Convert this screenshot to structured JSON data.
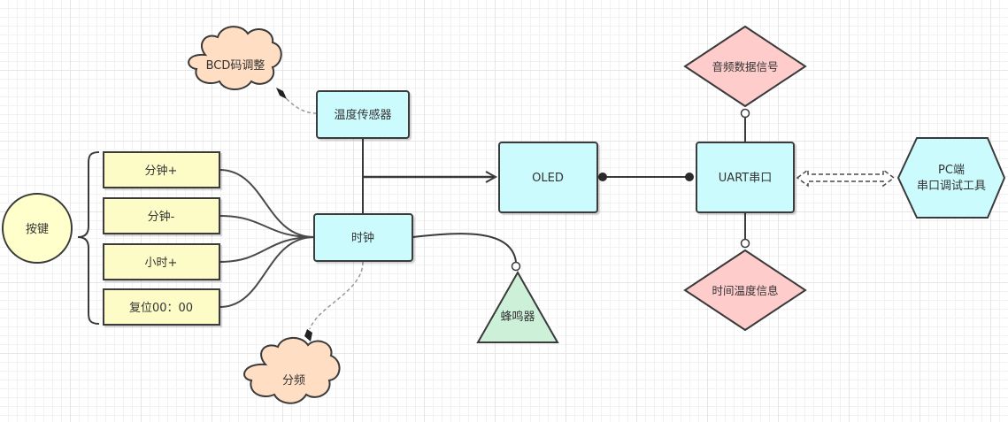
{
  "colors": {
    "cyan_fill": "#ccfbfe",
    "yellow_fill": "#fdfcc6",
    "pink_fill": "#ffcccc",
    "green_fill": "#ccf0d8",
    "cloud_fill": "#ffdec3",
    "circle_fill": "#ffffcc",
    "stroke": "#3a3a3a"
  },
  "nodes": {
    "keys": "按键",
    "fen_plus": "分钟+",
    "fen_minus": "分钟-",
    "hour_plus": "小时+",
    "reset": "复位00：00",
    "bcd": "BCD码调整",
    "temp_sensor": "温度传感器",
    "clock": "时钟",
    "oled": "OLED",
    "uart": "UART串口",
    "audio_signal": "音频数据信号",
    "time_temp_info": "时间温度信息",
    "pc_line1": "PC端",
    "pc_line2": "串口调试工具",
    "buzzer": "蜂鸣器",
    "divider": "分频"
  }
}
